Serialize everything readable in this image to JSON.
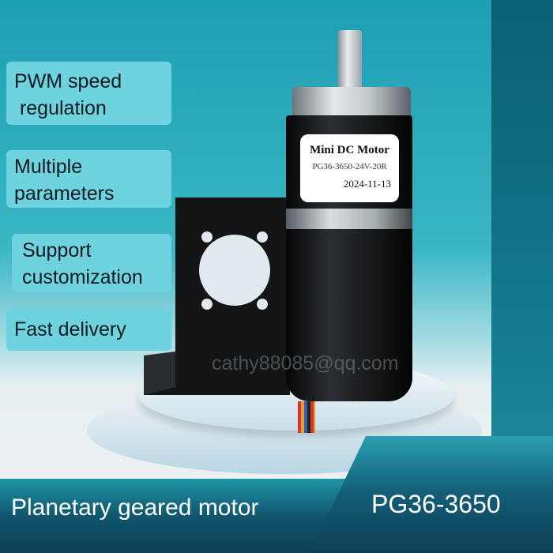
{
  "features": [
    {
      "label": "PWM speed regulation"
    },
    {
      "label": "Multiple parameters"
    },
    {
      "label": "Support customization"
    },
    {
      "label": "Fast delivery"
    }
  ],
  "features_lines": [
    [
      "PWM speed",
      " regulation"
    ],
    [
      "Multiple",
      "parameters"
    ],
    [
      " Support",
      " customization"
    ],
    [
      "Fast delivery"
    ]
  ],
  "motor_label": {
    "title": "Mini DC Motor",
    "model": "PG36-3650-24V-20R",
    "date": "2024-11-13"
  },
  "watermark": "cathy88085@qq.com",
  "banner": {
    "left_text": "Planetary geared motor",
    "right_text": "PG36-3650"
  },
  "colors": {
    "accent": "#6fd3df",
    "banner": "#11566d",
    "background": "#3ab6c4"
  }
}
